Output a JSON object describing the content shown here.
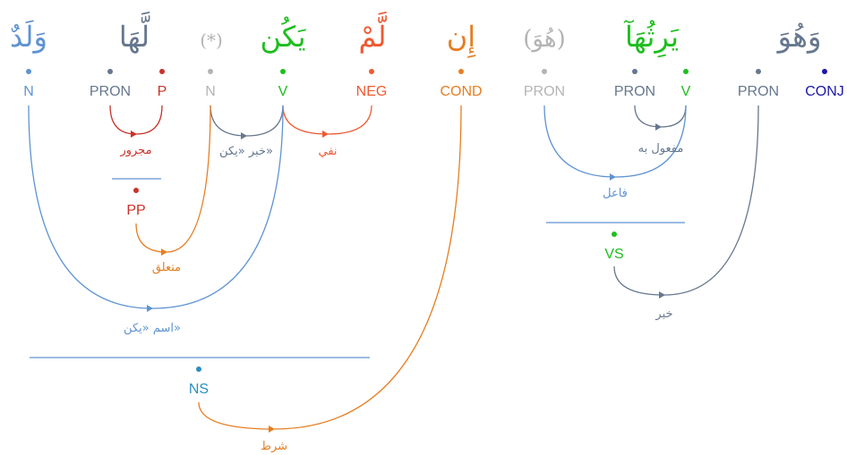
{
  "colors": {
    "blue": "#5f93d2",
    "slate": "#66778e",
    "red": "#c8332a",
    "gray": "#b4b4b4",
    "green": "#1fbe1f",
    "orange_red": "#ee5a32",
    "orange": "#e67e22",
    "navy": "#1c16a8",
    "teal": "#2a8fbd"
  },
  "tokens": [
    {
      "id": "t_walad",
      "word": "وَلَدٌ",
      "color": "blue"
    },
    {
      "id": "t_laha",
      "word": "لَّهَا",
      "color": "slate"
    },
    {
      "id": "t_star",
      "word": "(*)",
      "color": "gray"
    },
    {
      "id": "t_yakun",
      "word": "يَكُن",
      "color": "green"
    },
    {
      "id": "t_lam",
      "word": "لَّمْ",
      "color": "orange_red"
    },
    {
      "id": "t_in",
      "word": "إِن",
      "color": "orange"
    },
    {
      "id": "t_huwa",
      "word": "(هُوَ)",
      "color": "gray"
    },
    {
      "id": "t_yarithuha",
      "word": "يَرِثُهَآ",
      "color": "green"
    },
    {
      "id": "t_wahuwa",
      "word": "وَهُوَ",
      "color": "slate"
    }
  ],
  "tags": [
    {
      "id": "n_walad",
      "text": "N",
      "color": "blue"
    },
    {
      "id": "n_laha_pron",
      "text": "PRON",
      "color": "slate"
    },
    {
      "id": "n_laha_p",
      "text": "P",
      "color": "red"
    },
    {
      "id": "n_star",
      "text": "N",
      "color": "gray"
    },
    {
      "id": "n_yakun",
      "text": "V",
      "color": "green"
    },
    {
      "id": "n_lam",
      "text": "NEG",
      "color": "orange_red"
    },
    {
      "id": "n_in",
      "text": "COND",
      "color": "orange"
    },
    {
      "id": "n_huwa",
      "text": "PRON",
      "color": "gray"
    },
    {
      "id": "n_yar_pron",
      "text": "PRON",
      "color": "slate"
    },
    {
      "id": "n_yar_v",
      "text": "V",
      "color": "green"
    },
    {
      "id": "n_wahuwa_pron",
      "text": "PRON",
      "color": "slate"
    },
    {
      "id": "n_wahuwa_conj",
      "text": "CONJ",
      "color": "navy"
    }
  ],
  "phrases": [
    {
      "id": "p_pp",
      "text": "PP",
      "color": "red"
    },
    {
      "id": "p_vs",
      "text": "VS",
      "color": "green"
    },
    {
      "id": "p_ns",
      "text": "NS",
      "color": "teal"
    }
  ],
  "relations": [
    {
      "id": "r_majrur",
      "from": "n_laha_pron",
      "to": "n_laha_p",
      "label": "مجرور",
      "color": "red"
    },
    {
      "id": "r_khabar_yakun",
      "from": "n_star",
      "to": "n_yakun",
      "label": "خبر «يكن»",
      "color": "slate"
    },
    {
      "id": "r_nafy",
      "from": "n_yakun",
      "to": "n_lam",
      "label": "نفي",
      "color": "orange_red"
    },
    {
      "id": "r_mutaallaq",
      "from": "p_pp",
      "to": "n_star",
      "label": "متعلق",
      "color": "orange"
    },
    {
      "id": "r_ism_yakun",
      "from": "n_walad",
      "to": "n_yakun",
      "label": "اسم «يكن»",
      "color": "blue"
    },
    {
      "id": "r_maful",
      "from": "n_yar_pron",
      "to": "n_yar_v",
      "label": "مفعول به",
      "color": "slate"
    },
    {
      "id": "r_fail",
      "from": "n_huwa",
      "to": "n_yar_v",
      "label": "فاعل",
      "color": "blue"
    },
    {
      "id": "r_khabar",
      "from": "p_vs",
      "to": "n_wahuwa_pron",
      "label": "خبر",
      "color": "slate"
    },
    {
      "id": "r_shart",
      "from": "p_ns",
      "to": "n_in",
      "label": "شرط",
      "color": "orange"
    }
  ]
}
